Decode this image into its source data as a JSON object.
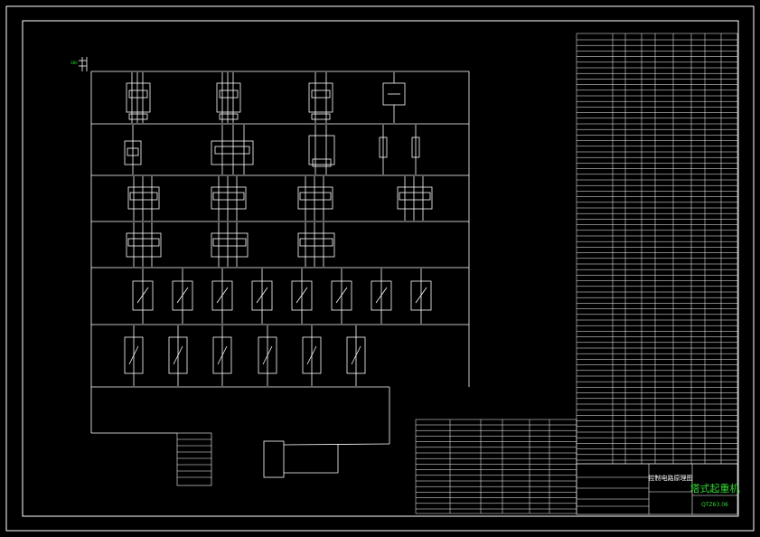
{
  "drawing": {
    "title": "控制电路原理图",
    "machine_name": "塔式起重机",
    "drawing_no": "QTZ63.06"
  },
  "colors": {
    "background": "#000000",
    "line": "#ffffff",
    "title_text": "#33dd33"
  }
}
